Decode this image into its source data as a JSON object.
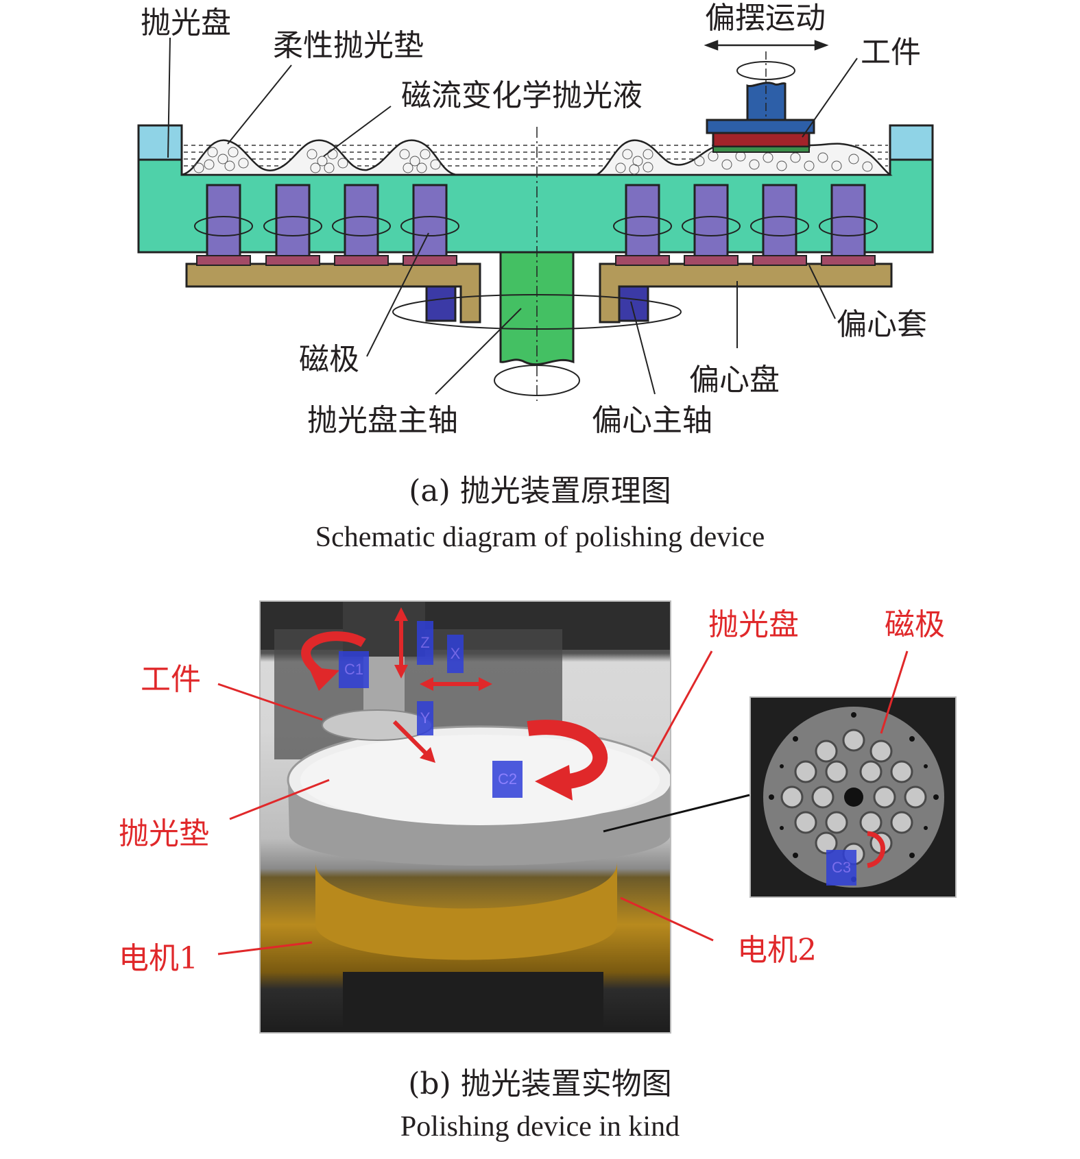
{
  "schematic": {
    "labels": {
      "polishing_disk": "抛光盘",
      "flexible_pad": "柔性抛光垫",
      "fluid": "磁流变化学抛光液",
      "swing_motion": "偏摆运动",
      "workpiece": "工件",
      "eccentric_sleeve": "偏心套",
      "magnetic_pole": "磁极",
      "eccentric_disk": "偏心盘",
      "disk_spindle": "抛光盘主轴",
      "eccentric_spindle": "偏心主轴"
    },
    "caption_cn": "(a) 抛光装置原理图",
    "caption_en": "Schematic diagram of polishing device"
  },
  "photo": {
    "labels": {
      "polishing_disk": "抛光盘",
      "magnetic_pole": "磁极",
      "workpiece": "工件",
      "polishing_pad": "抛光垫",
      "motor1": "电机1",
      "motor2": "电机2"
    },
    "axis_tags": [
      "Z",
      "X",
      "C1",
      "Y",
      "C2",
      "C3"
    ],
    "caption_cn": "(b) 抛光装置实物图",
    "caption_en": "Polishing device in kind"
  },
  "colors": {
    "disk": "#4fd1a9",
    "rim": "#8fd3e6",
    "pole": "#7d6fc0",
    "eccentric": "#b39a5a",
    "sleeve": "#a34a66",
    "spindle": "#44c063",
    "work_top": "#2d5fa8",
    "work_mid": "#a3232a",
    "work_pad": "#3c8f4a",
    "label_red": "#e0282a"
  }
}
